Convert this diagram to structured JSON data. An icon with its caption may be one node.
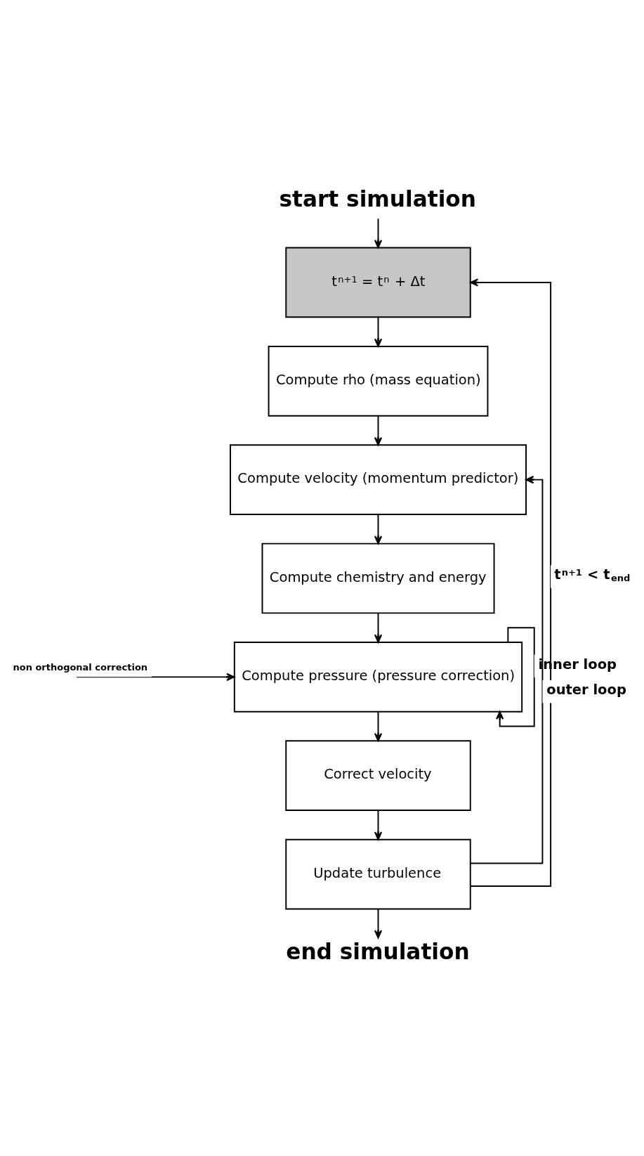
{
  "diagram": {
    "nodes": [
      {
        "text": [
          "start simulation"
        ]
      },
      {
        "text": [
          "t$^{n+1}$ = t$^{n}$ + Δt"
        ]
      },
      {
        "text": [
          "Compute rho (mass equation)"
        ]
      },
      {
        "text": [
          "Compute velocity (momentum predictor)"
        ]
      },
      {
        "text": [
          "Compute chemistry and energy"
        ]
      },
      {
        "text": [
          "Compute pressure (pressure correction)"
        ]
      },
      {
        "text": [
          "Correct velocity"
        ]
      },
      {
        "text": [
          "Update turbulence"
        ]
      },
      {
        "text": [
          "end simulation"
        ]
      }
    ],
    "edges": [
      {
        "from": 0,
        "to": 1,
        "arrow": "to"
      },
      {
        "from": 1,
        "to": 2,
        "arrow": "to"
      },
      {
        "from": 2,
        "to": 3,
        "arrow": "to"
      },
      {
        "from": 3,
        "to": 4,
        "arrow": "to"
      },
      {
        "from": 4,
        "to": 5,
        "arrow": "to"
      },
      {
        "from": 5,
        "to": 6,
        "arrow": "to"
      },
      {
        "from": 6,
        "to": 7,
        "arrow": "to"
      },
      {
        "from": 7,
        "to": 8,
        "arrow": "to"
      },
      {
        "from": 7,
        "to": 1,
        "arrow": "to",
        "label": "t$^{n+1}$ < t$_{end}$"
      },
      {
        "from": 7,
        "to": 3,
        "arrow": "to",
        "label": "outer loop"
      },
      {
        "from": 5,
        "to": 5,
        "arrow": "to",
        "label": "inner loop"
      },
      {
        "from": null,
        "to": 5,
        "arrow": "to",
        "label": "non orthogonal correction"
      }
    ]
  }
}
